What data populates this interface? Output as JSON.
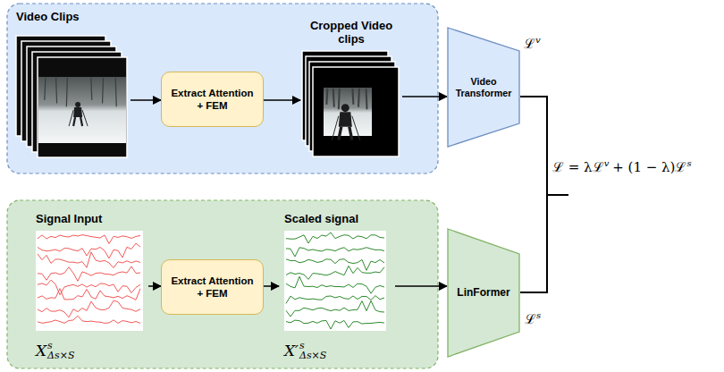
{
  "diagram": {
    "nodes": [
      {
        "text": [
          "Video Clips"
        ]
      },
      {
        "text": [
          "Extract Attention + FEM"
        ]
      },
      {
        "text": [
          "Cropped Video clips"
        ]
      },
      {
        "text": [
          "Video Transformer"
        ]
      },
      {
        "text": [
          "Signal Input",
          "X",
          "s",
          "Δs×S"
        ]
      },
      {
        "text": [
          "Extract Attention + FEM"
        ]
      },
      {
        "text": [
          "Scaled signal",
          "X′",
          "s",
          "Δs×S"
        ]
      },
      {
        "text": [
          "LinFormer"
        ]
      }
    ],
    "edges": [
      {
        "from": 0,
        "to": 1,
        "arrow": "to"
      },
      {
        "from": 1,
        "to": 2,
        "arrow": "to"
      },
      {
        "from": 2,
        "to": 3,
        "arrow": "to"
      },
      {
        "from": 4,
        "to": 5,
        "arrow": "to"
      },
      {
        "from": 5,
        "to": 6,
        "arrow": "to"
      },
      {
        "from": 6,
        "to": 7,
        "arrow": "to"
      }
    ],
    "labels": [
      "ℒ",
      "v",
      "ℒ",
      "s",
      "ℒ = λℒ",
      "v",
      "+ (1 − λ)ℒ",
      "s"
    ]
  }
}
